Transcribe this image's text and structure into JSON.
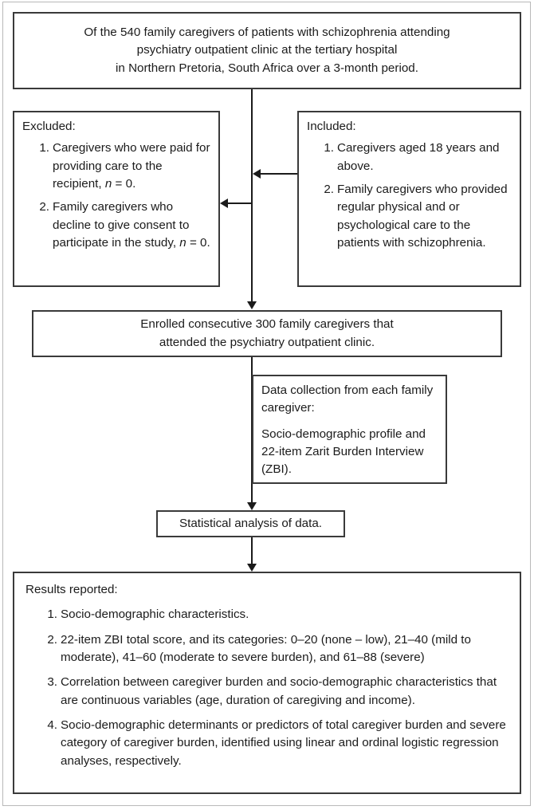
{
  "figure": {
    "type": "flowchart",
    "orientation": "vertical"
  },
  "nodes": {
    "source": {
      "lines": [
        "Of the 540 family caregivers of patients with schizophrenia attending",
        "psychiatry outpatient clinic at the tertiary hospital",
        "in Northern Pretoria, South Africa over a 3-month period."
      ]
    },
    "excluded": {
      "heading": "Excluded:",
      "items": [
        {
          "num": "1.",
          "text_before": "Caregivers who were paid for providing care to the recipient, ",
          "italic": "n",
          "text_after": " = 0."
        },
        {
          "num": "2.",
          "text_before": "Family caregivers who decline to give consent to participate in the study, ",
          "italic": "n",
          "text_after": " = 0."
        }
      ]
    },
    "included": {
      "heading": "Included:",
      "items": [
        {
          "num": "1.",
          "text_before": "Caregivers aged 18 years and above.",
          "italic": "",
          "text_after": ""
        },
        {
          "num": "2.",
          "text_before": "Family caregivers who provided regular physical and or psychological care to the patients with schizophrenia.",
          "italic": "",
          "text_after": ""
        }
      ]
    },
    "enrolled": {
      "lines": [
        "Enrolled consecutive 300 family caregivers that",
        "attended the psychiatry outpatient clinic."
      ]
    },
    "data_collection": {
      "paragraph1": "Data collection from each family caregiver:",
      "paragraph2": "Socio-demographic profile and 22-item Zarit Burden Interview (ZBI)."
    },
    "statistical_analysis": {
      "label": "Statistical analysis of data."
    },
    "results": {
      "heading": "Results reported:",
      "items": [
        {
          "num": "1.",
          "text": "Socio-demographic characteristics."
        },
        {
          "num": "2.",
          "text": "22-item ZBI total score, and its categories: 0–20 (none – low), 21–40 (mild to moderate), 41–60 (moderate to severe burden), and 61–88 (severe)"
        },
        {
          "num": "3.",
          "text": "Correlation between caregiver burden and socio-demographic characteristics that are continuous variables (age, duration of caregiving and income)."
        },
        {
          "num": "4.",
          "text": "Socio-demographic determinants or predictors of total caregiver burden and severe category of caregiver burden, identified using linear and ordinal logistic regression analyses, respectively."
        }
      ]
    }
  },
  "colors": {
    "border": "#3a3a3a",
    "connector": "#1b1b1b",
    "frame": "#b9b9b9",
    "text": "#1b1b1b",
    "background": "#ffffff"
  }
}
